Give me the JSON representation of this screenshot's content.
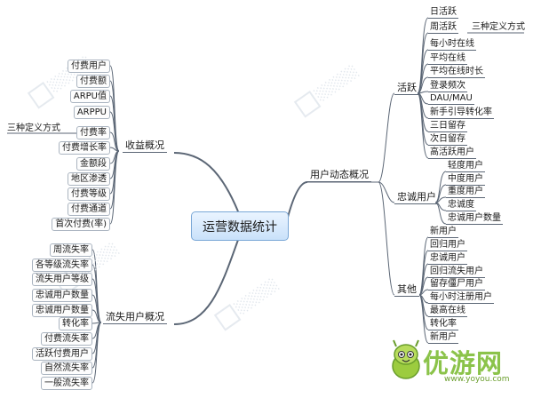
{
  "center": "运营数据统计",
  "revenue": {
    "label": "收益概况",
    "items": [
      "付费用户",
      "付费额",
      "ARPU值",
      "ARPPU",
      "付费率",
      "付费增长率",
      "金额段",
      "地区渗透",
      "付费等级",
      "付费通道",
      "首次付费(率)"
    ],
    "note": "三种定义方式"
  },
  "churn": {
    "label": "流失用户概况",
    "items": [
      "周流失率",
      "各等级流失率",
      "流失用户等级",
      "忠诚用户数量",
      "忠诚用户数量",
      "转化率",
      "付费流失率",
      "活跃付费用户",
      "自然流失率",
      "一般流失率"
    ]
  },
  "dynamics": {
    "label": "用户动态概况",
    "active": {
      "label": "活跃",
      "items": [
        "日活跃",
        "周活跃",
        "每小时在线",
        "平均在线",
        "平均在线时长",
        "登录频次",
        "DAU/MAU",
        "新手引导转化率",
        "三日留存",
        "次日留存",
        "高活跃用户"
      ],
      "note": "三种定义方式"
    },
    "loyal": {
      "label": "忠诚用户",
      "items": [
        "轻度用户",
        "中度用户",
        "重度用户",
        "忠诚度",
        "忠诚用户数量"
      ]
    },
    "other": {
      "label": "其他",
      "items": [
        "新用户",
        "回归用户",
        "忠诚用户",
        "回归流失用户",
        "留存僵尸用户",
        "每小时注册用户",
        "最高在线",
        "转化率",
        "新用户"
      ]
    }
  },
  "logo": {
    "text": "优游网",
    "url": "www.yoyou.com"
  }
}
